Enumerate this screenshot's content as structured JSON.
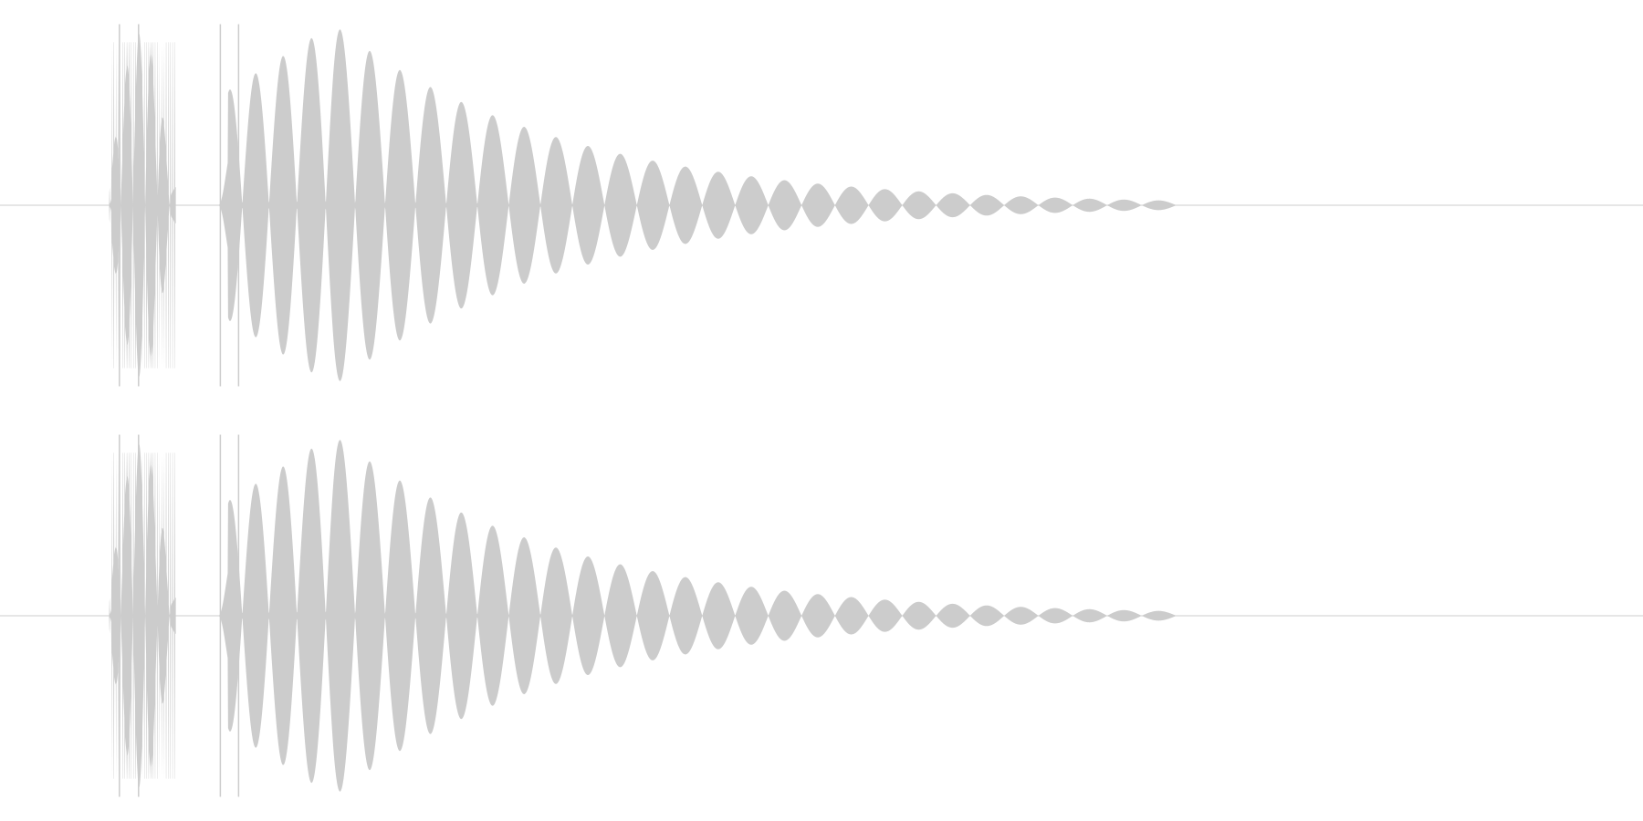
{
  "waveform": {
    "channel_count": 2,
    "colors": {
      "background": "#ffffff",
      "wave_fill": "#cccccc",
      "center_line": "#cccccc"
    },
    "channels": [
      {
        "name": "",
        "clip_1": {
          "start": 0.066,
          "end": 0.107,
          "peak": 0.98
        },
        "clip_2": {
          "start": 0.133,
          "end": 0.716,
          "peak": 0.98,
          "cycles": 30
        }
      },
      {
        "name": "",
        "clip_1": {
          "start": 0.066,
          "end": 0.107,
          "peak": 0.98
        },
        "clip_2": {
          "start": 0.133,
          "end": 0.716,
          "peak": 0.98,
          "cycles": 30
        }
      }
    ]
  }
}
